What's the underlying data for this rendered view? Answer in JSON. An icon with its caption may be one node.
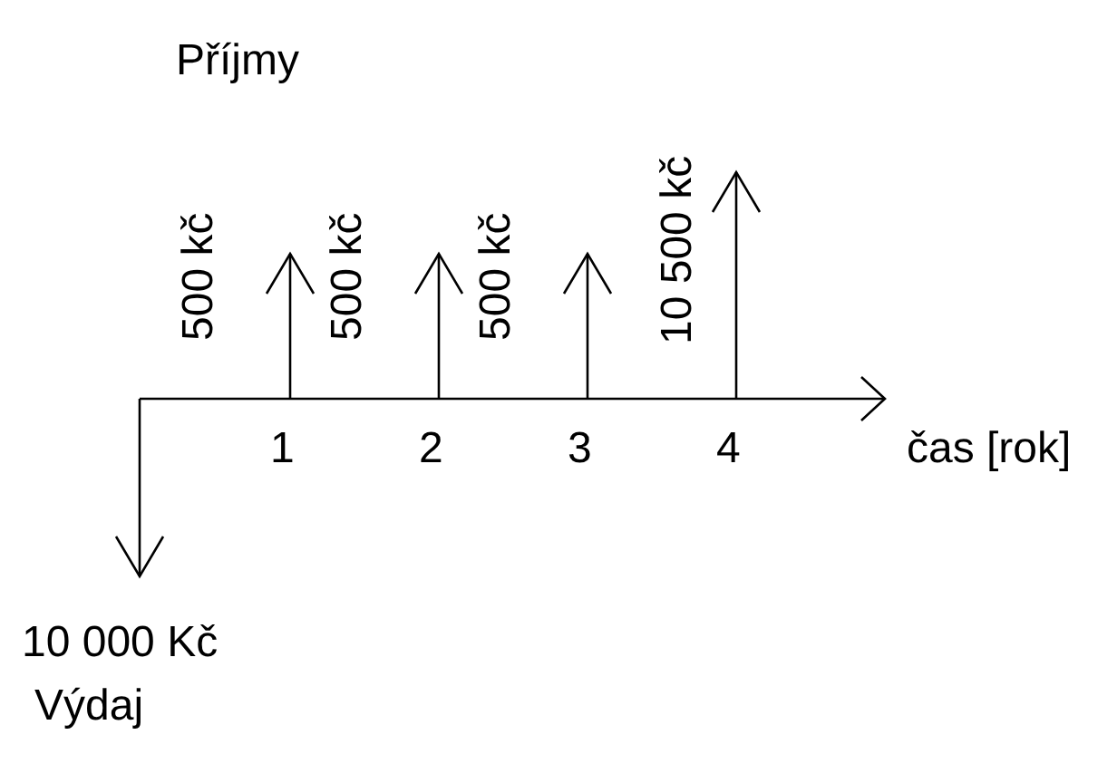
{
  "diagram": {
    "labels": [
      "Příjmy",
      "500 kč",
      "500 kč",
      "500 kč",
      "10 500 kč",
      "1",
      "2",
      "3",
      "4",
      "čas [rok]",
      "10 000 Kč",
      "Výdaj"
    ]
  }
}
